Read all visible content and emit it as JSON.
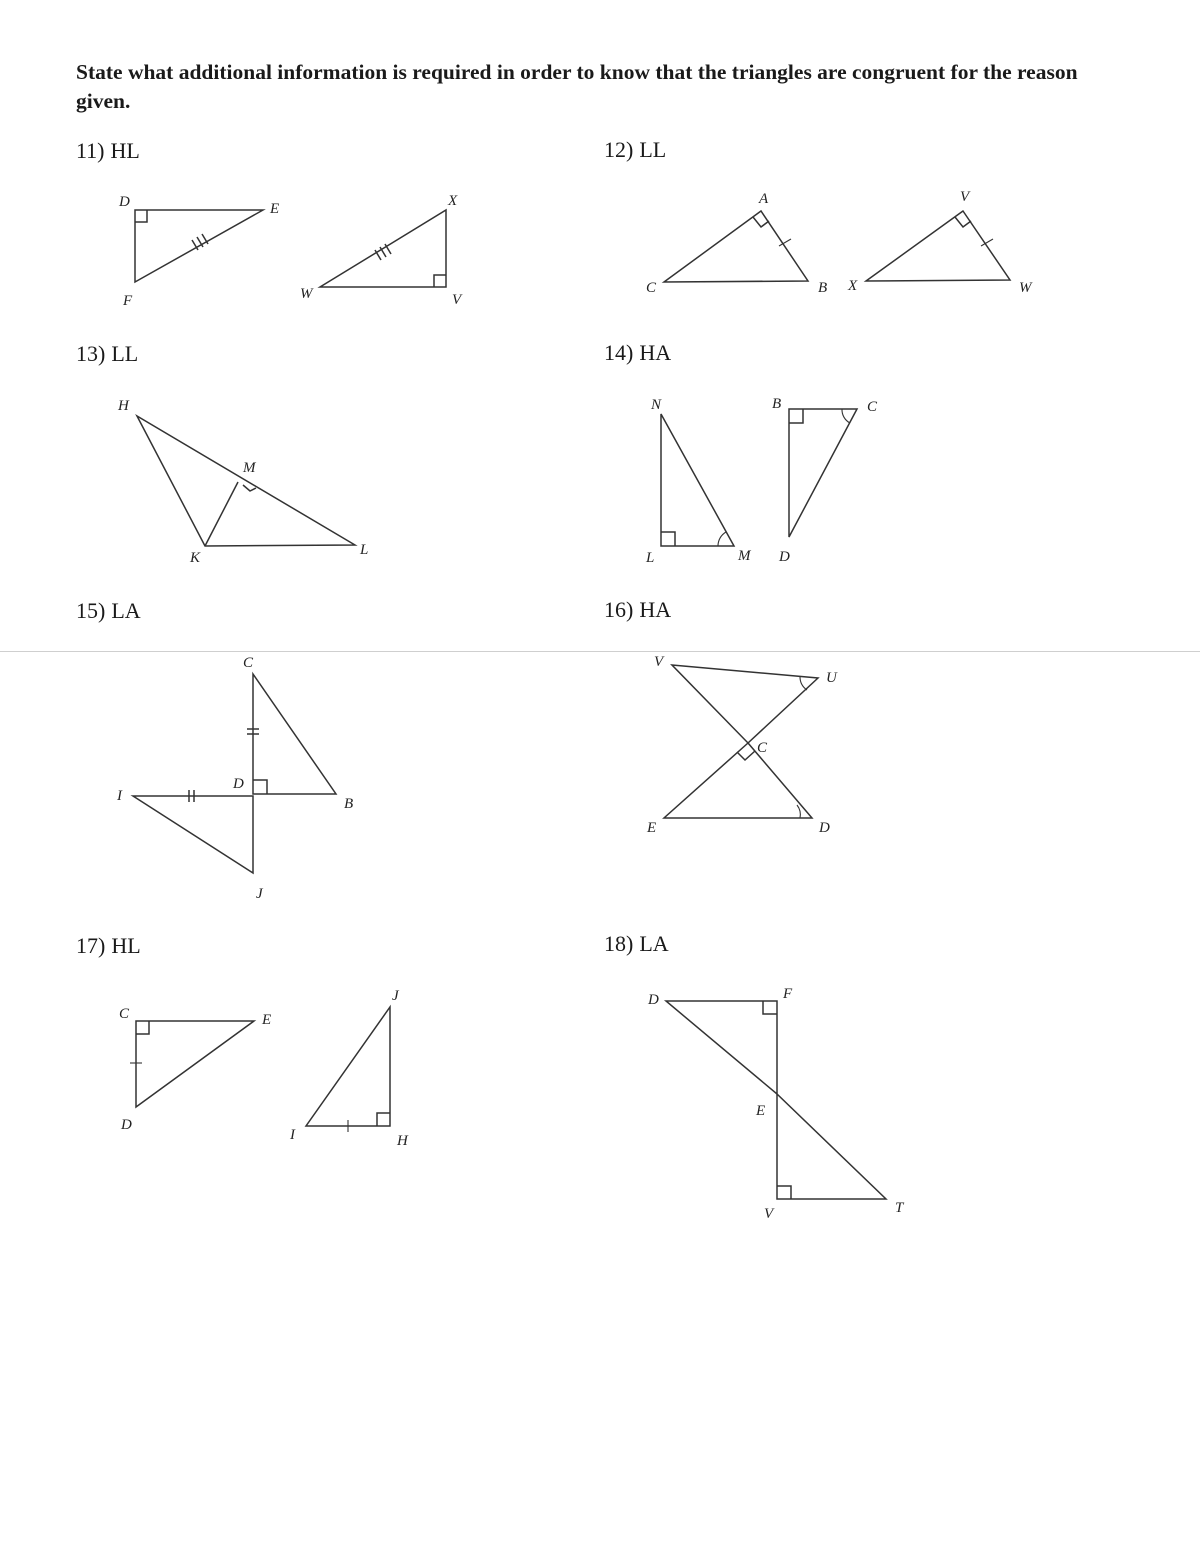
{
  "instructions": "State what additional information is required in order to know that the triangles are congruent for the reason given.",
  "problems": [
    {
      "number": "11)",
      "reason": "HL",
      "labels": [
        "D",
        "E",
        "F",
        "X",
        "W",
        "V"
      ]
    },
    {
      "number": "12)",
      "reason": "LL",
      "labels": [
        "A",
        "C",
        "B",
        "V",
        "X",
        "W"
      ]
    },
    {
      "number": "13)",
      "reason": "LL",
      "labels": [
        "H",
        "M",
        "K",
        "L"
      ]
    },
    {
      "number": "14)",
      "reason": "HA",
      "labels": [
        "N",
        "L",
        "M",
        "B",
        "C",
        "D"
      ]
    },
    {
      "number": "15)",
      "reason": "LA",
      "labels": [
        "C",
        "D",
        "I",
        "B",
        "J"
      ]
    },
    {
      "number": "16)",
      "reason": "HA",
      "labels": [
        "V",
        "U",
        "C",
        "E",
        "D"
      ]
    },
    {
      "number": "17)",
      "reason": "HL",
      "labels": [
        "C",
        "E",
        "D",
        "J",
        "I",
        "H"
      ]
    },
    {
      "number": "18)",
      "reason": "LA",
      "labels": [
        "D",
        "F",
        "E",
        "V",
        "T"
      ]
    }
  ]
}
